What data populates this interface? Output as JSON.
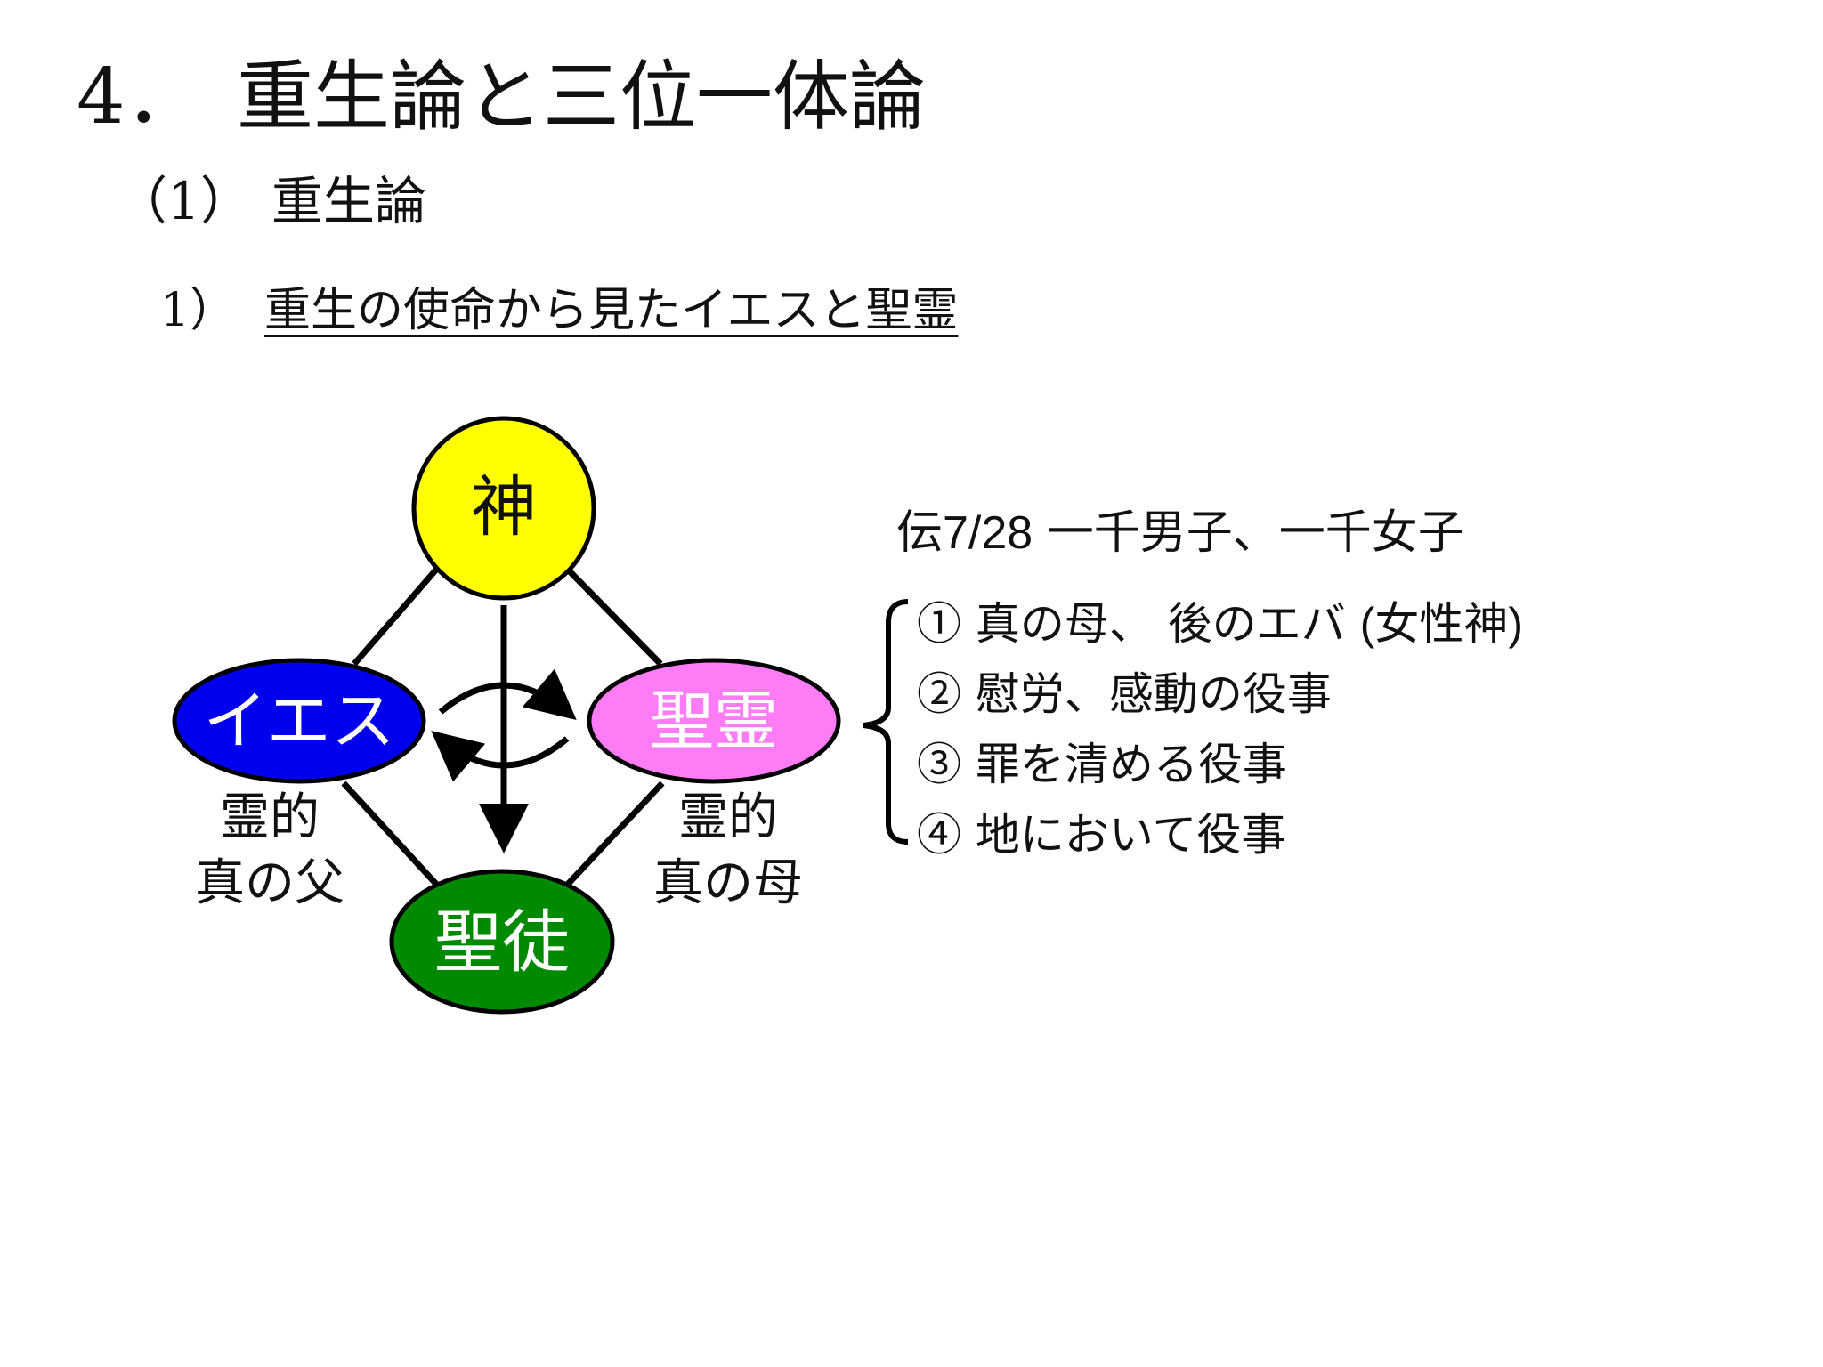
{
  "title": {
    "number": "4．",
    "text": "重生論と三位一体論"
  },
  "subtitle": {
    "number": "（1）",
    "text": "重生論"
  },
  "section": {
    "number": "1）",
    "text": "重生の使命から見たイエスと聖霊"
  },
  "diagram": {
    "nodes": {
      "god": {
        "label": "神",
        "fill": "#ffff00",
        "text_color": "#111111"
      },
      "jesus": {
        "label": "イエス",
        "fill": "#0000ee",
        "text_color": "#ffffff"
      },
      "holy_spirit": {
        "label": "聖霊",
        "fill": "#ff7cf6",
        "text_color": "#ffffff"
      },
      "saints": {
        "label": "聖徒",
        "fill": "#008a00",
        "text_color": "#ffffff"
      }
    },
    "labels": {
      "jesus_line1": "霊的",
      "jesus_line2": "真の父",
      "spirit_line1": "霊的",
      "spirit_line2": "真の母"
    }
  },
  "reference": {
    "prefix": "伝",
    "number": "7/28",
    "text": " 一千男子、一千女子"
  },
  "list": [
    {
      "marker": "①",
      "text": " 真の母、 後のエバ ",
      "suffix": "(女性神)"
    },
    {
      "marker": "②",
      "text": " 慰労、感動の役事",
      "suffix": ""
    },
    {
      "marker": "③",
      "text": " 罪を清める役事",
      "suffix": ""
    },
    {
      "marker": "④",
      "text": " 地において役事",
      "suffix": ""
    }
  ]
}
